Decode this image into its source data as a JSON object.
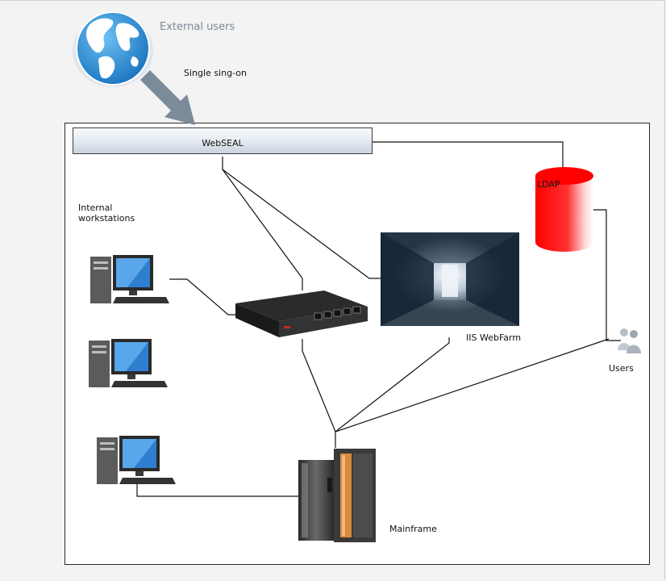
{
  "labels": {
    "external_users": "External users",
    "single_sign_on": "Single sing-on",
    "webseal": "WebSEAL",
    "internal_workstations_line1": "Internal",
    "internal_workstations_line2": "workstations",
    "ldap": "LDAP",
    "iis_webfarm": "IIS WebFarm",
    "users": "Users",
    "mainframe": "Mainframe"
  },
  "colors": {
    "globe_ocean": "#2f8fd6",
    "globe_land": "#ffffff",
    "arrow": "#7b8b99",
    "ldap_red": "#ff0000",
    "webseal_gradient": "#c9d3de",
    "mainframe_accent": "#d88a3c",
    "link_line": "#111111"
  },
  "icons": [
    "globe-icon",
    "arrow-icon",
    "ldap-database-icon",
    "network-switch-icon",
    "server-room-photo",
    "users-icon",
    "mainframe-icon",
    "workstation-icon"
  ]
}
